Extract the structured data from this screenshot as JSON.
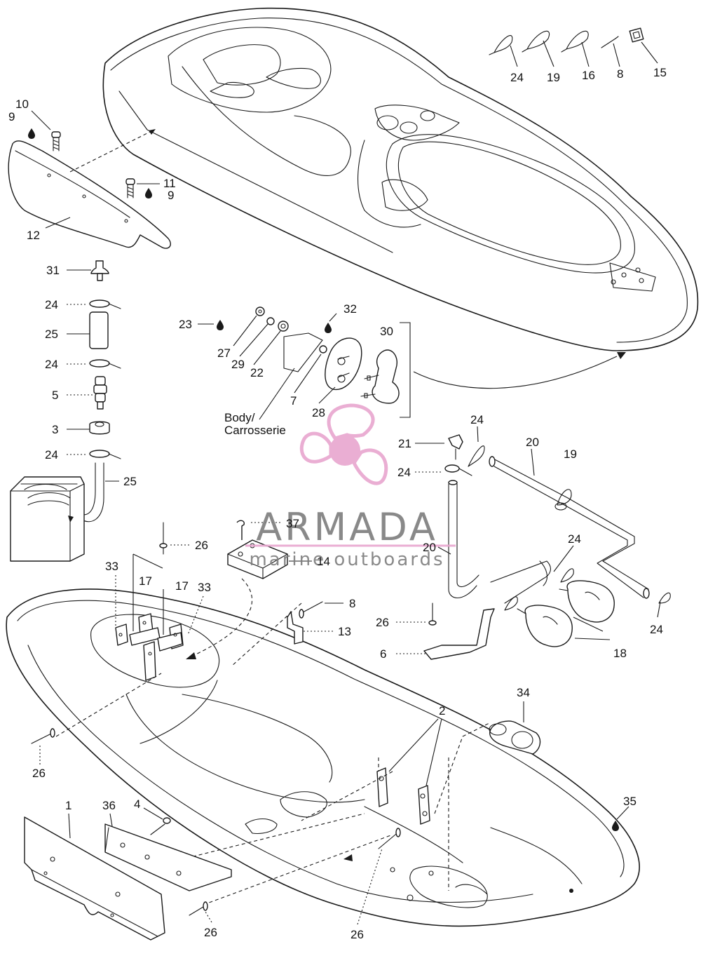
{
  "callouts": [
    "24",
    "19",
    "16",
    "8",
    "15",
    "10",
    "9",
    "11",
    "9",
    "12",
    "31",
    "24",
    "25",
    "24",
    "5",
    "3",
    "24",
    "25",
    "23",
    "27",
    "29",
    "22",
    "32",
    "7",
    "28",
    "30",
    "21",
    "24",
    "24",
    "20",
    "19",
    "20",
    "24",
    "24",
    "18",
    "37",
    "14",
    "26",
    "33",
    "17",
    "17",
    "33",
    "8",
    "13",
    "26",
    "6",
    "34",
    "2",
    "26",
    "1",
    "36",
    "4",
    "35",
    "26",
    "26"
  ],
  "body_label": [
    "Body/",
    "Carrosserie"
  ],
  "watermark": {
    "brand": "ARMADA",
    "tagline": "marine outboards",
    "color_primary": "#e8a6cf",
    "color_text": "#7d7d7d"
  },
  "colors": {
    "ink": "#1a1a1a",
    "background": "#ffffff"
  }
}
